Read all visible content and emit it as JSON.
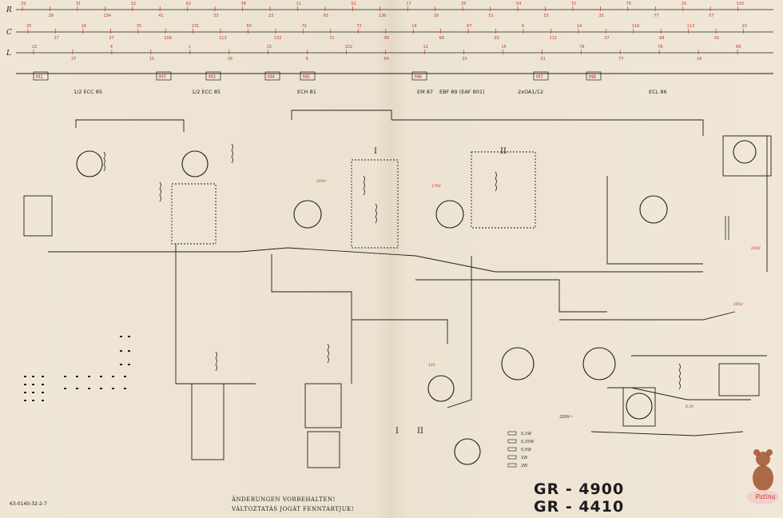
{
  "scales": [
    {
      "letter": "R",
      "ticks": [
        "29",
        "28",
        "31",
        "134",
        "22",
        "41",
        "62",
        "33",
        "38",
        "23",
        "11",
        "65",
        "52",
        "136",
        "17",
        "16",
        "25",
        "51",
        "54",
        "53",
        "15",
        "35",
        "75",
        "77",
        "20",
        "57",
        "103"
      ]
    },
    {
      "letter": "C",
      "ticks": [
        "25",
        "27",
        "16",
        "27",
        "35",
        "109",
        "131",
        "113",
        "55",
        "132",
        "72",
        "72",
        "72",
        "95",
        "14",
        "66",
        "67",
        "92",
        "6",
        "112",
        "14",
        "37",
        "116",
        "68",
        "113",
        "91",
        "23"
      ]
    },
    {
      "letter": "L",
      "ticks": [
        "22",
        "27",
        "4",
        "15",
        "1",
        "16",
        "15",
        "6",
        "102",
        "64",
        "12",
        "25",
        "15",
        "51",
        "76",
        "77",
        "78",
        "18",
        "66"
      ]
    }
  ],
  "mboxes": [
    "M1",
    "M7",
    "M3",
    "M4",
    "M5",
    "M6",
    "M7",
    "M8"
  ],
  "tubes": [
    "1/2 ECC 85",
    "1/2 ECC 85",
    "ECH 81",
    "EM 87",
    "EBF 89 (EAF 801)",
    "2xOA1/12",
    "ECL 86"
  ],
  "section_marks": [
    "I",
    "II",
    "I",
    "II"
  ],
  "legend_wattage": [
    "0,1W",
    "0,25W",
    "0,5W",
    "1W",
    "2W"
  ],
  "voltages": [
    "220V",
    "170V",
    "12V",
    "250V",
    "265V",
    "6,3V",
    "220V~"
  ],
  "footer": {
    "note_de": "ÄNDERUNGEN VORBEHALTEN!",
    "note_hu": "VÁLTOZTATÁS JOGÁT FENNTARTJUK!",
    "doc_code": "63-0140-32-2-7"
  },
  "models": [
    "GR - 4900",
    "GR - 4410"
  ],
  "badge_text": "Patina",
  "colors": {
    "ink": "#1f1f1f",
    "red": "#c0392b",
    "paper": "#efe6d6"
  }
}
